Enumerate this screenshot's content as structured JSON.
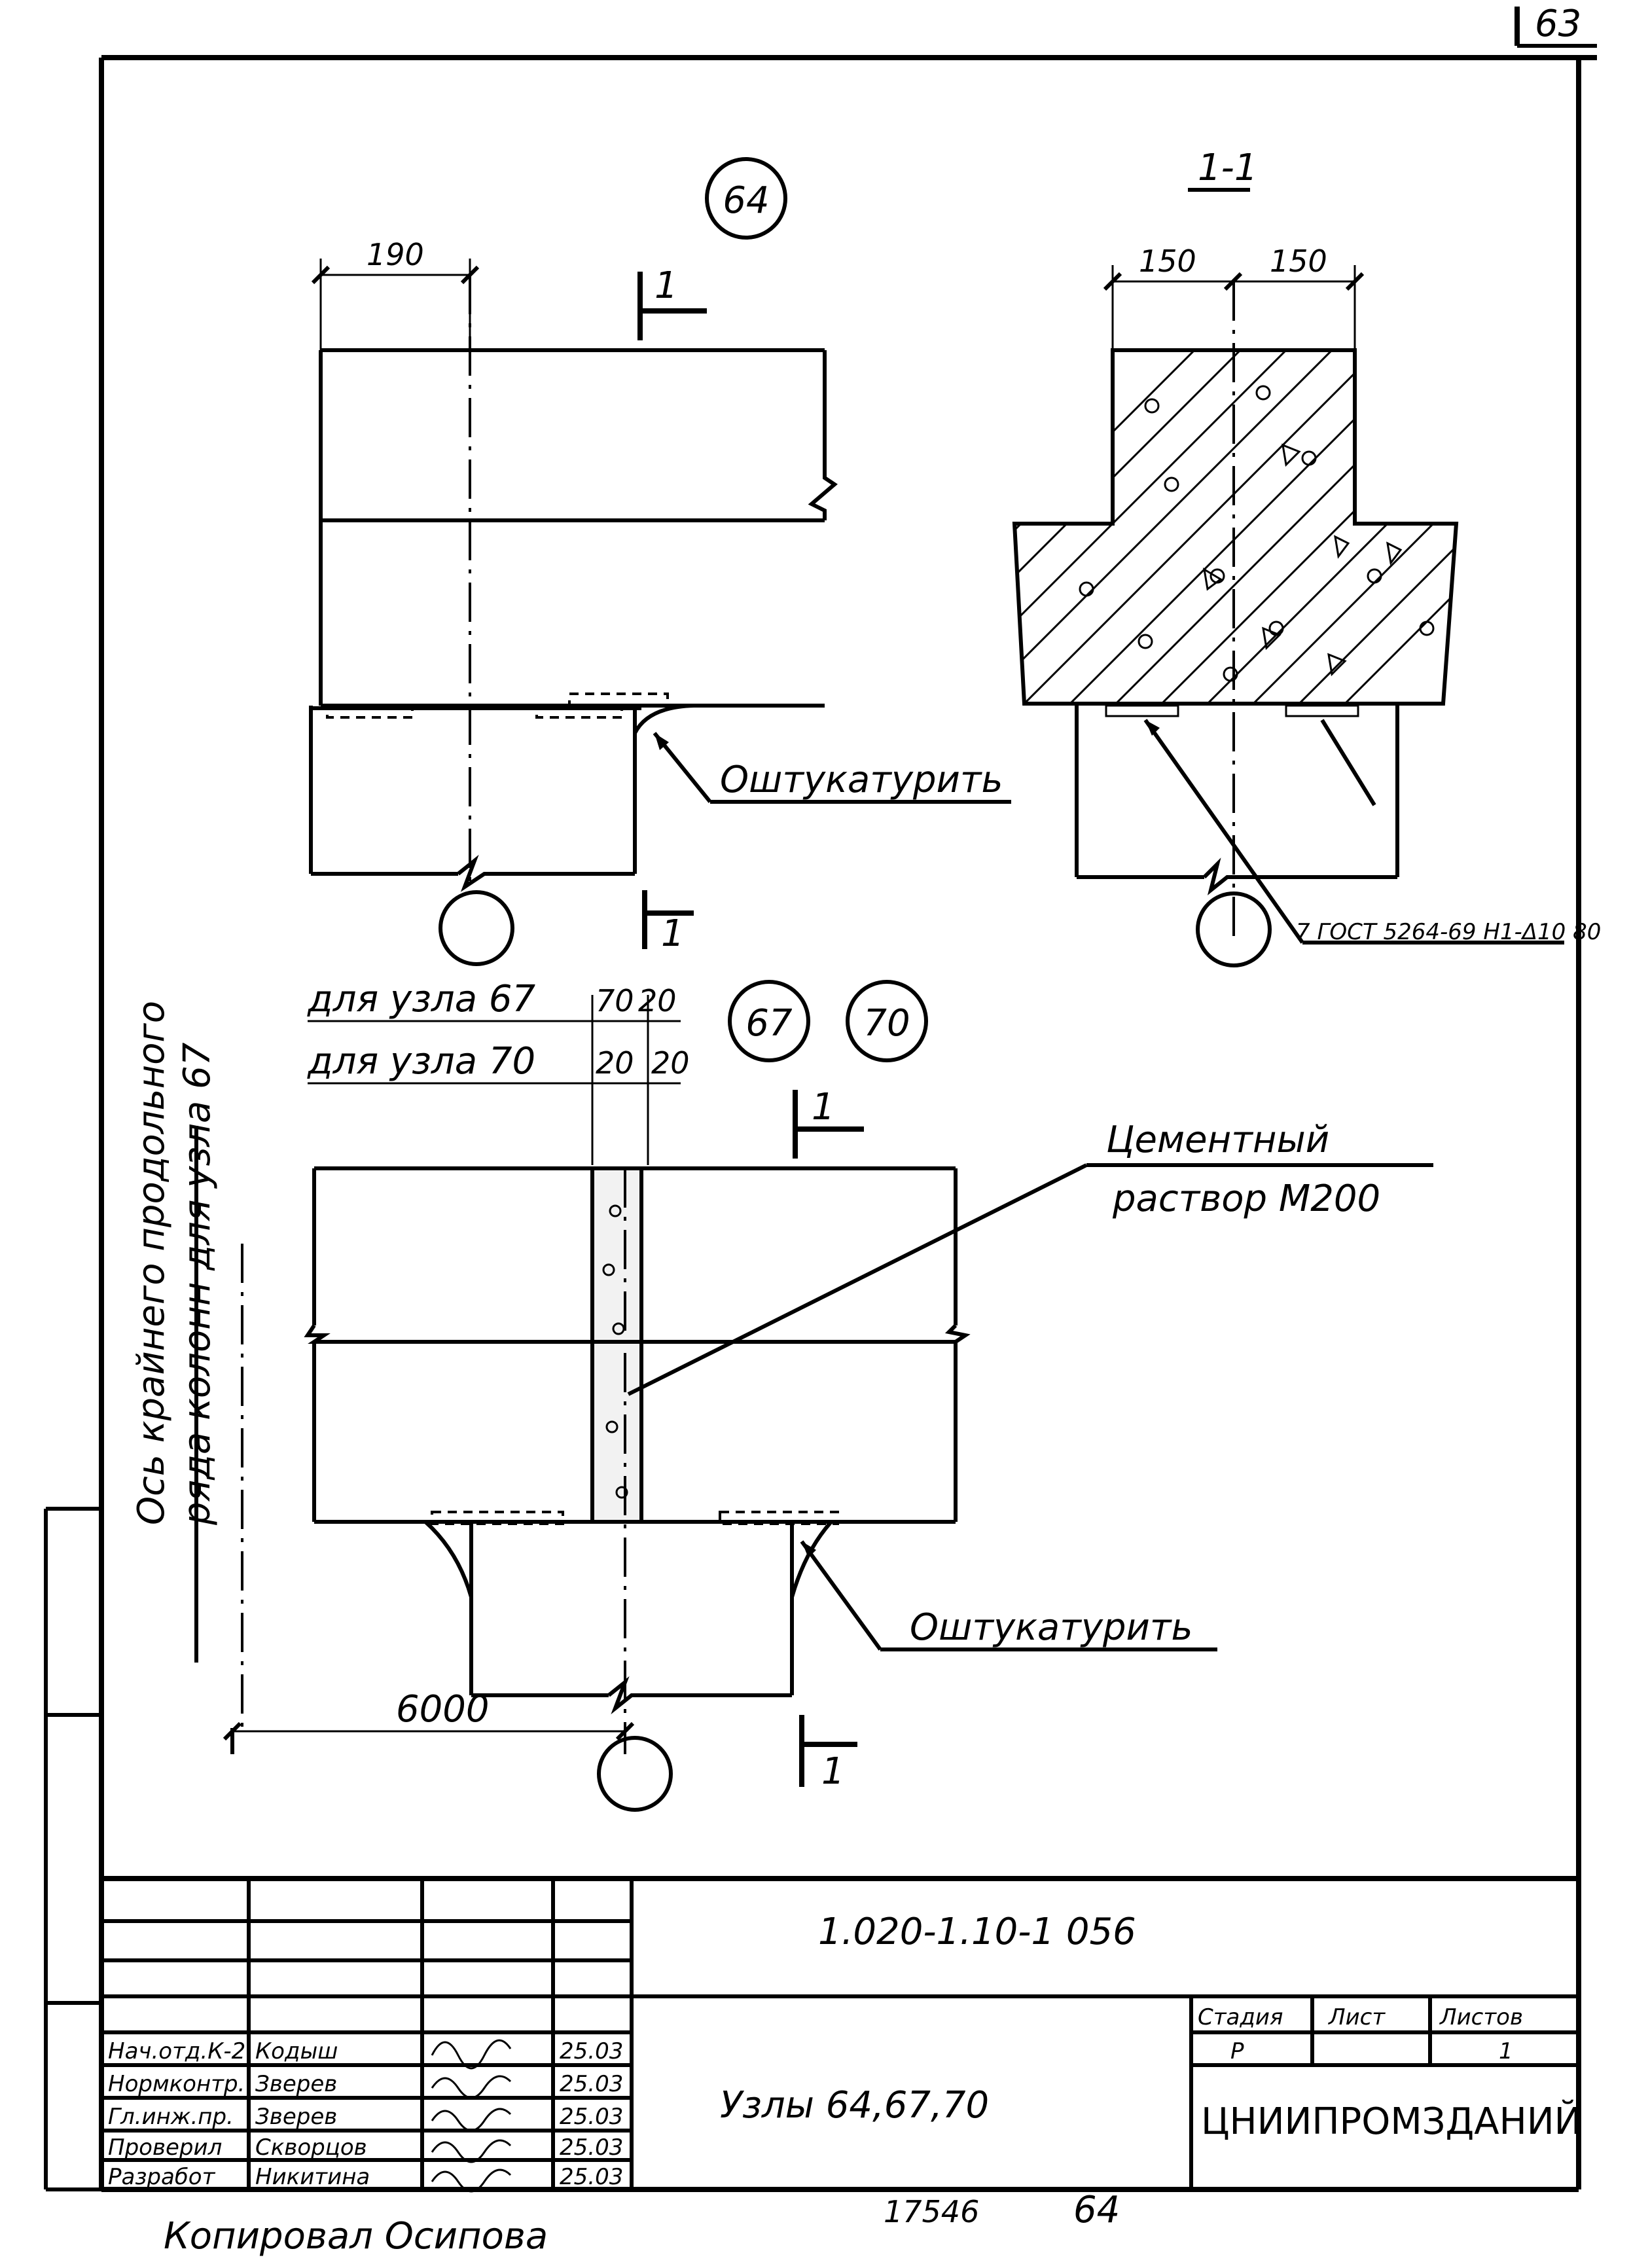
{
  "sheet_number": "63",
  "node_64": {
    "marker": "64",
    "dim": "190",
    "section_mark": "1",
    "callout": "Оштукатурить"
  },
  "section_1_1": {
    "title": "1-1",
    "dim_left": "150",
    "dim_right": "150",
    "note": "7 ГОСТ 5264-69 Н1-Δ10 80"
  },
  "node_67_70": {
    "marker_67": "67",
    "marker_70": "70",
    "row1_label": "для узла 67",
    "row1_dim_a": "70",
    "row1_dim_b": "20",
    "row2_label": "для узла 70",
    "row2_dim_a": "20",
    "row2_dim_b": "20",
    "section_mark": "1",
    "mortar_line1": "Цементный",
    "mortar_line2": "раствор М200",
    "callout": "Оштукатурить",
    "dim_span": "6000",
    "axis_line1": "Ось крайнего продольного",
    "axis_line2": "ряда колонн для узла 67"
  },
  "title_block": {
    "code": "1.020-1.10-1 056",
    "title": "Узлы 64,67,70",
    "stage_header": "Стадия",
    "sheet_header": "Лист",
    "sheets_header": "Листов",
    "stage": "Р",
    "sheets": "1",
    "org": "ЦНИИПРОМЗДАНИЙ",
    "roles": [
      {
        "role": "Нач.отд.К-2",
        "name": "Кодыш",
        "date": "25.03"
      },
      {
        "role": "Нормконтр.",
        "name": "Зверев",
        "date": "25.03"
      },
      {
        "role": "Гл.инж.пр.",
        "name": "Зверев",
        "date": "25.03"
      },
      {
        "role": "Проверил",
        "name": "Скворцов",
        "date": "25.03"
      },
      {
        "role": "Разработ",
        "name": "Никитина",
        "date": "25.03"
      }
    ]
  },
  "footer": {
    "copied_by": "Копировал Осипова",
    "inv": "17546",
    "page": "64"
  }
}
